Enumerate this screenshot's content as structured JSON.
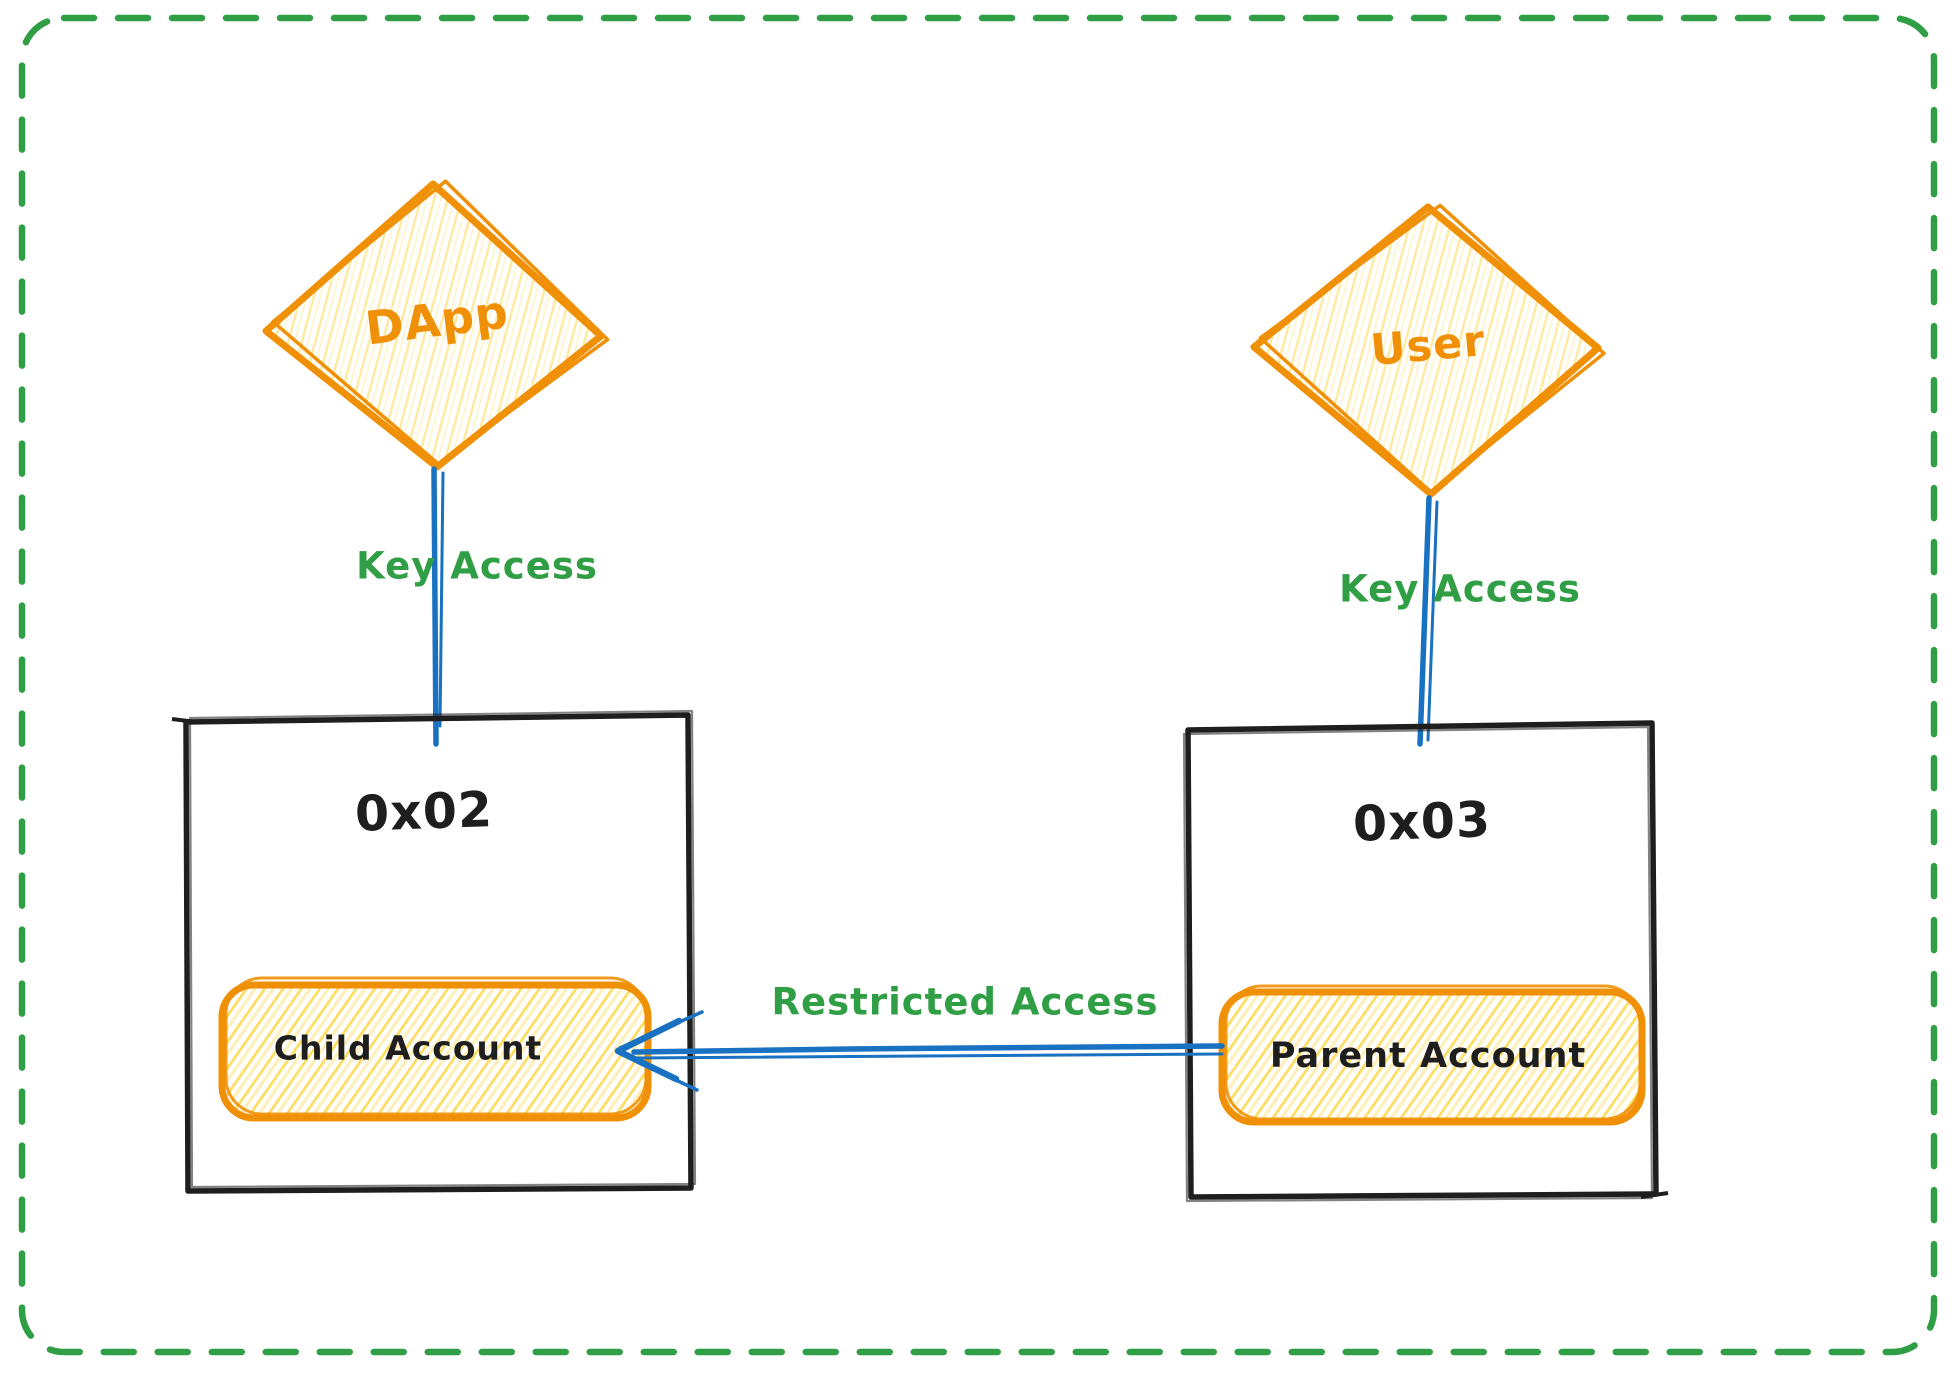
{
  "diagram": {
    "type": "hand-drawn-architecture-diagram",
    "actors": {
      "dapp": "DApp",
      "user": "User"
    },
    "boxes": {
      "left": {
        "address": "0x02",
        "account": "Child Account"
      },
      "right": {
        "address": "0x03",
        "account": "Parent Account"
      }
    },
    "edges": {
      "key_access_left": {
        "label": "Key Access",
        "from": "DApp",
        "to": "0x02"
      },
      "key_access_right": {
        "label": "Key Access",
        "from": "User",
        "to": "0x03"
      },
      "restricted_access": {
        "label": "Restricted Access",
        "from": "Parent Account",
        "to": "Child Account"
      }
    },
    "colors": {
      "border_green": "#2f9e44",
      "shape_orange": "#ef9007",
      "hatch_yellow": "#ffd43b",
      "edge_blue": "#1971c2",
      "box_black": "#1e1e1e",
      "background": "#ffffff"
    }
  }
}
